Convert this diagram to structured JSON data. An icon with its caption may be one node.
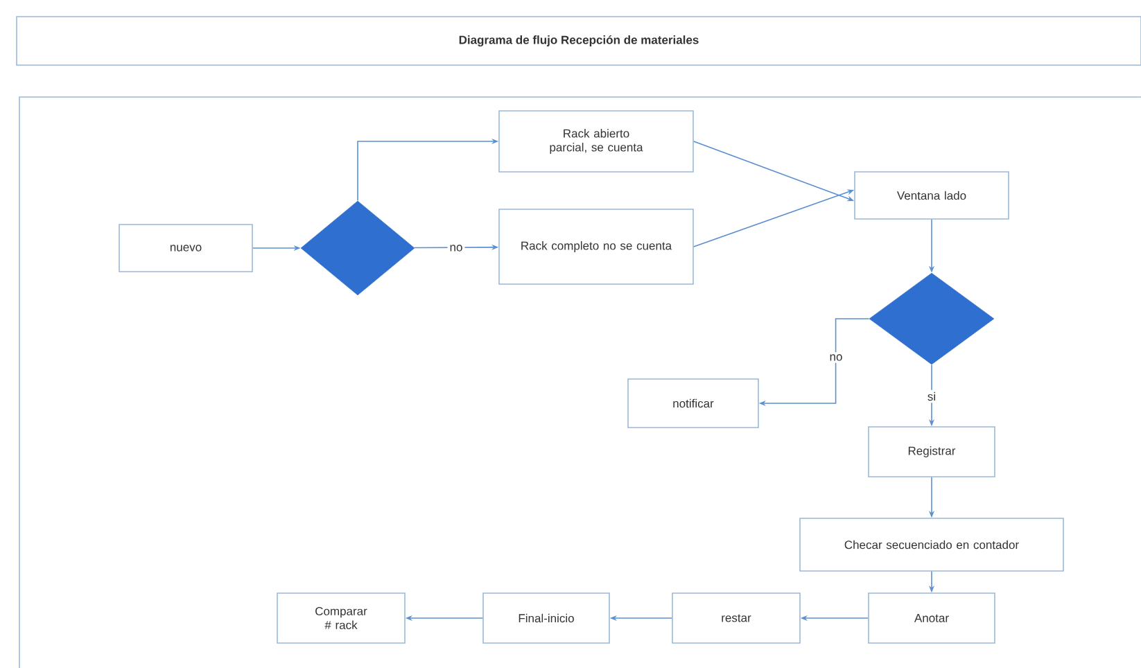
{
  "diagram": {
    "title": "Diagrama de flujo Recepción de materiales",
    "nodes": [
      {
        "text": [
          "nuevo"
        ]
      },
      {
        "text": [],
        "shape": "diamond"
      },
      {
        "text": [
          "Rack abierto parcial, se cuenta"
        ]
      },
      {
        "text": [
          "Rack completo no se cuenta"
        ]
      },
      {
        "text": [
          "Ventana lado"
        ]
      },
      {
        "text": [],
        "shape": "diamond"
      },
      {
        "text": [
          "notificar"
        ]
      },
      {
        "text": [
          "Registrar"
        ]
      },
      {
        "text": [
          "Checar secuenciado en contador"
        ]
      },
      {
        "text": [
          "Anotar"
        ]
      },
      {
        "text": [
          "restar"
        ]
      },
      {
        "text": [
          "Final-inicio"
        ]
      },
      {
        "text": [
          "Comparar # rack"
        ]
      }
    ],
    "edges": [
      {
        "from": 0,
        "to": 1,
        "arrow": "to"
      },
      {
        "from": 1,
        "to": 2,
        "arrow": "to"
      },
      {
        "from": 1,
        "to": 3,
        "arrow": "to",
        "label": "no"
      },
      {
        "from": 2,
        "to": 4,
        "arrow": "to"
      },
      {
        "from": 3,
        "to": 4,
        "arrow": "to"
      },
      {
        "from": 4,
        "to": 5,
        "arrow": "to"
      },
      {
        "from": 5,
        "to": 6,
        "arrow": "to",
        "label": "no"
      },
      {
        "from": 5,
        "to": 7,
        "arrow": "to",
        "label": "si"
      },
      {
        "from": 7,
        "to": 8,
        "arrow": "to"
      },
      {
        "from": 8,
        "to": 9,
        "arrow": "to"
      },
      {
        "from": 9,
        "to": 10,
        "arrow": "to"
      },
      {
        "from": 10,
        "to": 11,
        "arrow": "to"
      },
      {
        "from": 11,
        "to": 12,
        "arrow": "to"
      }
    ]
  }
}
